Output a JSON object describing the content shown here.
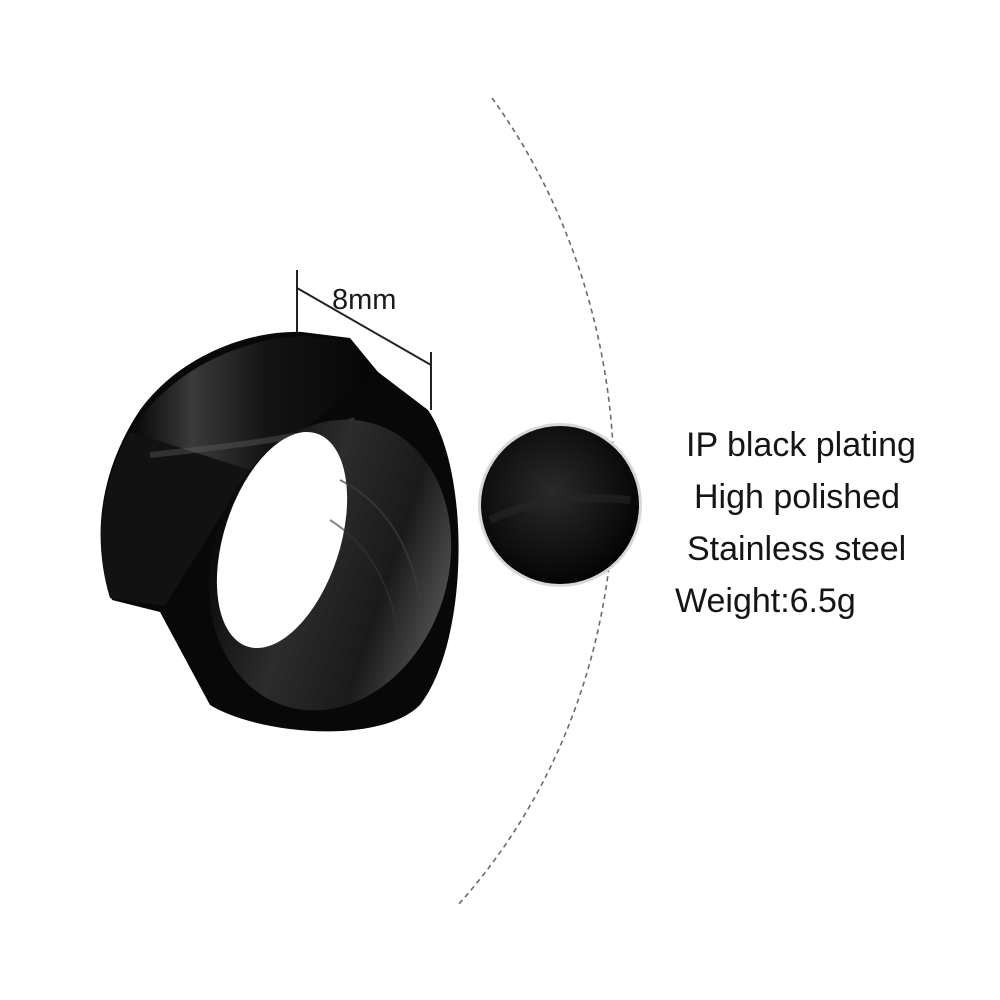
{
  "dimension": {
    "width_label": "8mm"
  },
  "specs": [
    "IP black plating",
    "High polished",
    "Stainless steel",
    "Weight:6.5g"
  ],
  "colors": {
    "background": "#ffffff",
    "ring": "#0b0b0b",
    "text": "#151515"
  }
}
